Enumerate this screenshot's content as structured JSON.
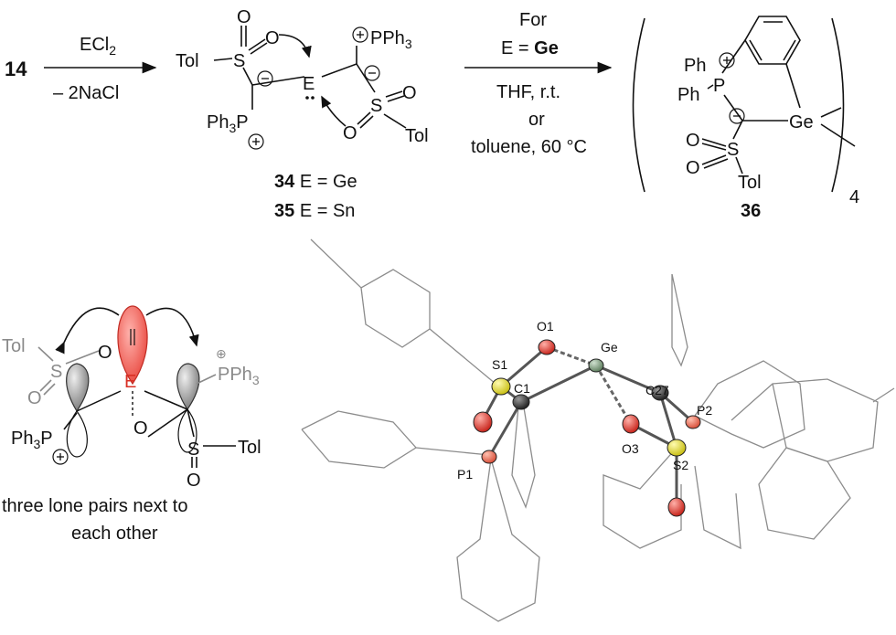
{
  "scheme": {
    "start_compound": "14",
    "reagent_step1": "ECl",
    "reagent_step1_sub": "2",
    "byproduct_step1": "– 2NaCl",
    "intermediate": {
      "labels": [
        "Tol",
        "PPh",
        "Ph",
        "P",
        "E"
      ],
      "compounds": [
        {
          "number": "34",
          "text": "E = Ge"
        },
        {
          "number": "35",
          "text": "E = Sn"
        }
      ]
    },
    "conditions_step2": {
      "line1": "For",
      "line2_prefix": "E = ",
      "line2_bold": "Ge",
      "line3": "THF, r.t.",
      "line4": "or",
      "line5": "toluene, 60 °C"
    },
    "product": {
      "number": "36",
      "subscript": "4",
      "labels": [
        "Ph",
        "Ph",
        "P",
        "Ge",
        "Tol"
      ]
    }
  },
  "orbital_diagram": {
    "labels": [
      "Tol",
      "O",
      "S",
      "E",
      "PPh",
      "Ph",
      "P",
      "O",
      "S",
      "Tol"
    ],
    "caption_line1": "three lone pairs next to",
    "caption_line2": "each other",
    "colors": {
      "lone_pair_highlight": "#e8453c",
      "grey_text": "#8a8a8a"
    }
  },
  "crystal_structure": {
    "atom_labels": [
      "O1",
      "Ge",
      "S1",
      "C1",
      "C27",
      "P2",
      "O3",
      "S2",
      "P1"
    ],
    "colors": {
      "oxygen": "#d93025",
      "sulfur": "#e8e02a",
      "phosphorus": "#e8604a",
      "carbon": "#333333",
      "germanium": "#6f8f6f"
    }
  }
}
